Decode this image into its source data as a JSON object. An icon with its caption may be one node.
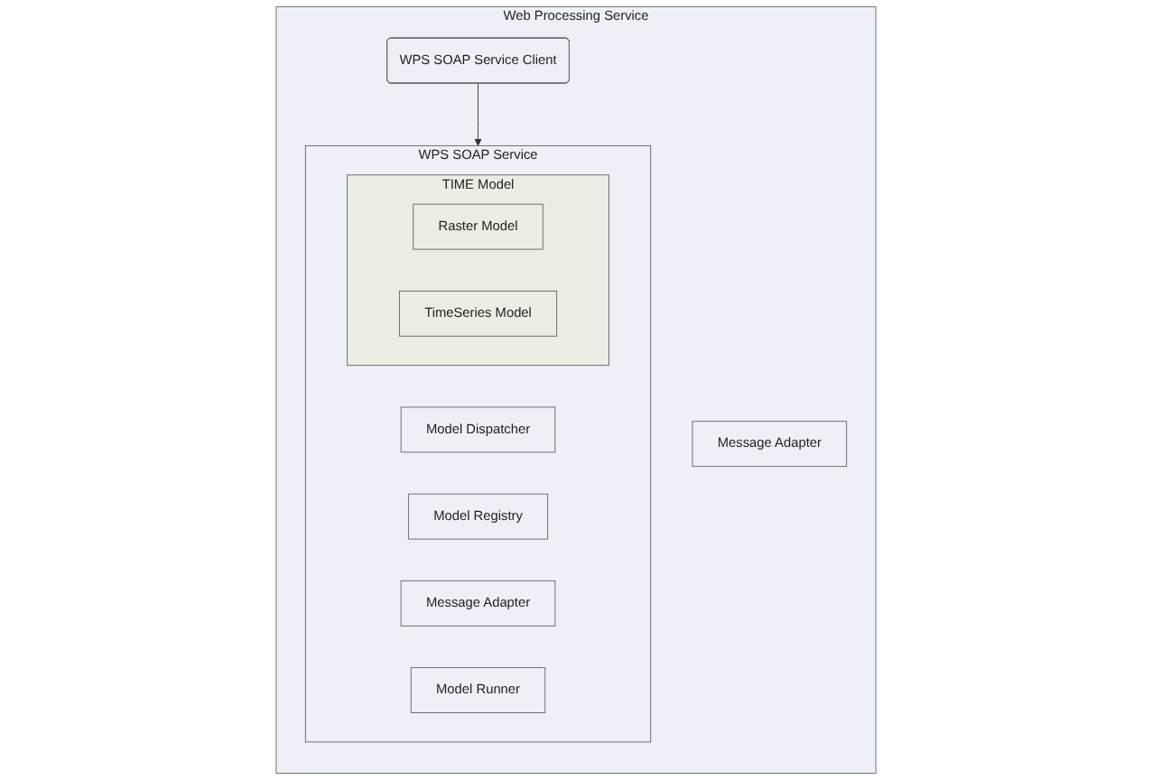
{
  "diagram": {
    "nodes": [
      {
        "text": [
          "Web Processing Service"
        ]
      },
      {
        "text": [
          "Message Adapter"
        ],
        "in": 0
      },
      {
        "text": [
          "WPS SOAP Service Client"
        ],
        "in": 0
      },
      {
        "text": [
          "WPS SOAP Service"
        ],
        "in": 0
      },
      {
        "text": [
          "Model Dispatcher"
        ],
        "in": 3
      },
      {
        "text": [
          "Model Registry"
        ],
        "in": 3
      },
      {
        "text": [
          "Message Adapter"
        ],
        "in": 3
      },
      {
        "text": [
          "Model Runner"
        ],
        "in": 3
      },
      {
        "text": [
          "TIME Model"
        ],
        "in": 3
      },
      {
        "text": [
          "Raster Model"
        ],
        "in": 8
      },
      {
        "text": [
          "TimeSeries Model"
        ],
        "in": 8
      }
    ],
    "edges": [
      {
        "from": 2,
        "to": 3,
        "arrow": "to"
      }
    ]
  }
}
